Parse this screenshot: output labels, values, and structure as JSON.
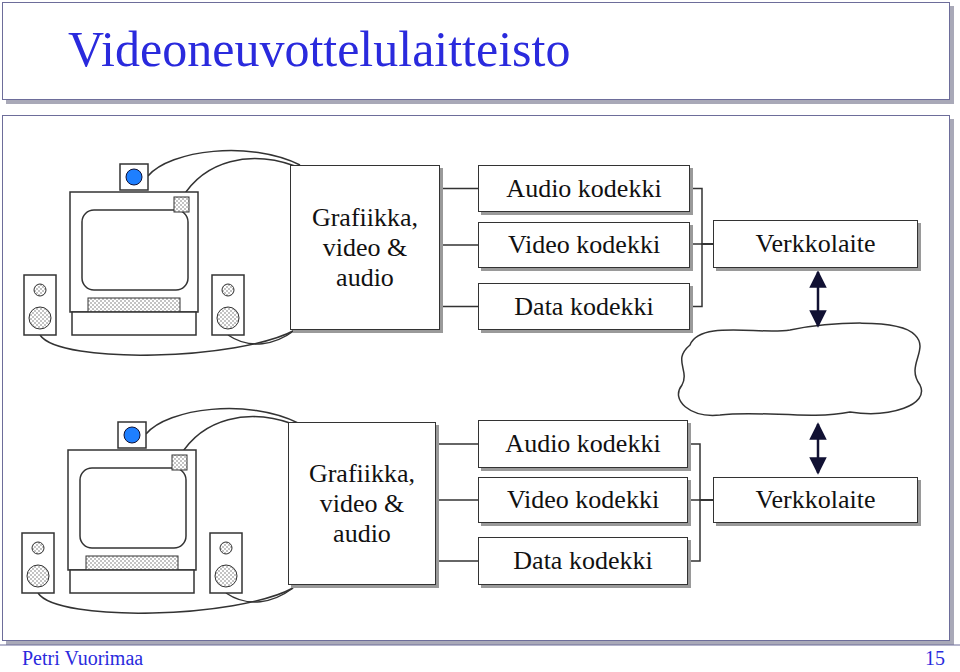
{
  "diagram": {
    "title": "Videoneuvottelulaitteisto",
    "nodes": [
      {
        "text": [
          "Grafiikka, video & audio"
        ]
      },
      {
        "text": [
          "Audio kodekki"
        ]
      },
      {
        "text": [
          "Video kodekki"
        ]
      },
      {
        "text": [
          "Data kodekki"
        ]
      },
      {
        "text": [
          "Verkkolaite"
        ]
      },
      {
        "text": [
          "Grafiikka, video & audio"
        ]
      },
      {
        "text": [
          "Audio kodekki"
        ]
      },
      {
        "text": [
          "Video kodekki"
        ]
      },
      {
        "text": [
          "Data kodekki"
        ]
      },
      {
        "text": [
          "Verkkolaite"
        ]
      }
    ],
    "edges": [
      {
        "from": 0,
        "to": 1,
        "arrow": "none"
      },
      {
        "from": 0,
        "to": 2,
        "arrow": "none"
      },
      {
        "from": 0,
        "to": 3,
        "arrow": "none"
      },
      {
        "from": 1,
        "to": 4,
        "arrow": "none"
      },
      {
        "from": 2,
        "to": 4,
        "arrow": "none"
      },
      {
        "from": 3,
        "to": 4,
        "arrow": "none"
      },
      {
        "from": 5,
        "to": 6,
        "arrow": "none"
      },
      {
        "from": 5,
        "to": 7,
        "arrow": "none"
      },
      {
        "from": 5,
        "to": 8,
        "arrow": "none"
      },
      {
        "from": 6,
        "to": 9,
        "arrow": "none"
      },
      {
        "from": 7,
        "to": 9,
        "arrow": "none"
      },
      {
        "from": 8,
        "to": 9,
        "arrow": "none"
      }
    ],
    "labels": [
      "Petri Vuorimaa",
      "15"
    ]
  }
}
